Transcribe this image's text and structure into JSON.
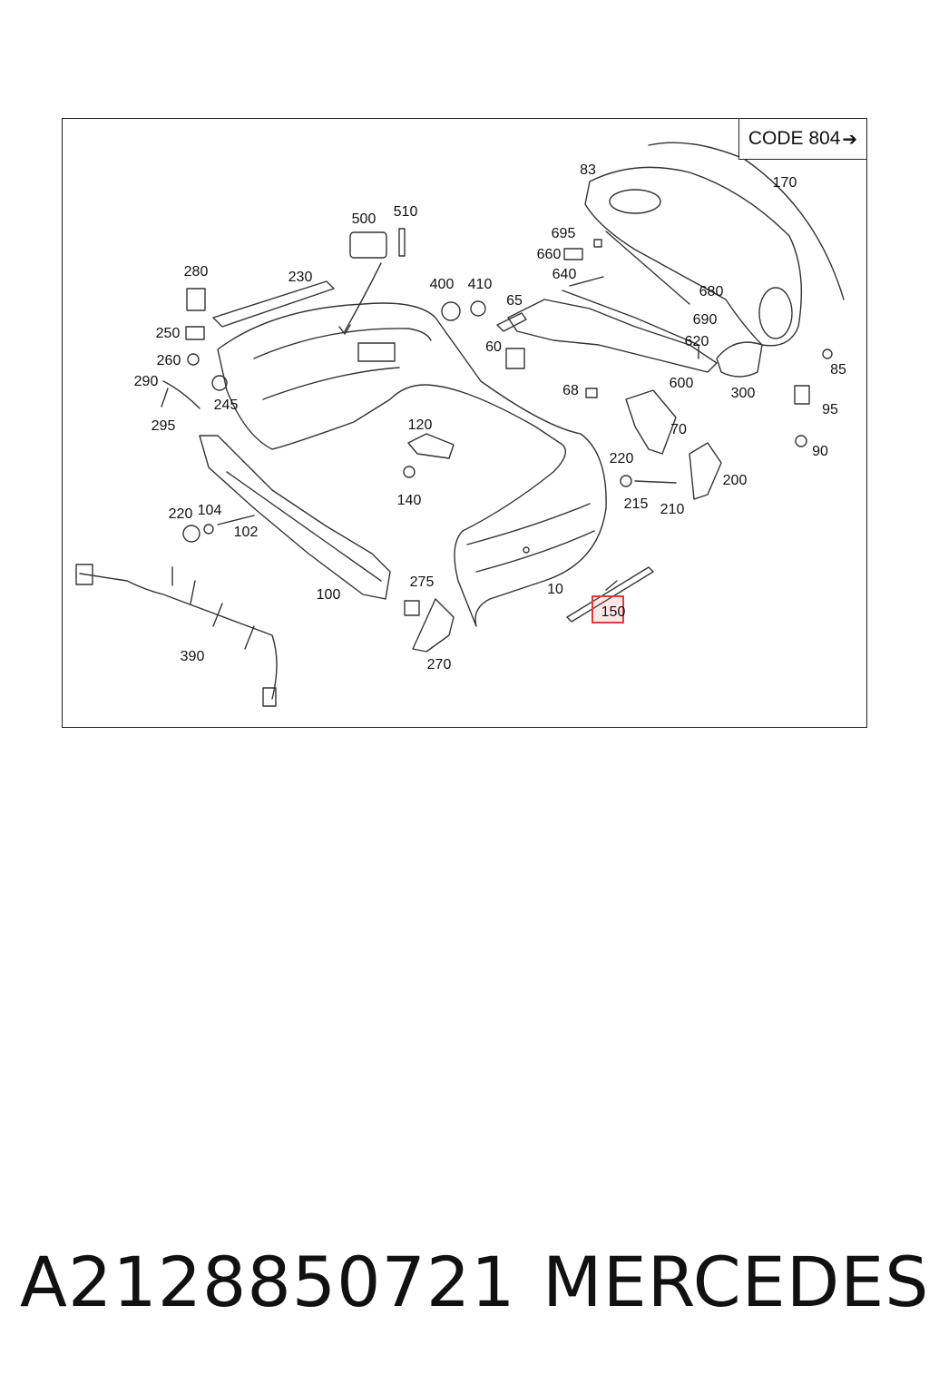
{
  "diagram": {
    "code_label": "CODE 804",
    "code_arrow": "➔",
    "callouts": [
      {
        "id": "c83",
        "label": "83"
      },
      {
        "id": "c170",
        "label": "170"
      },
      {
        "id": "c500",
        "label": "500"
      },
      {
        "id": "c510",
        "label": "510"
      },
      {
        "id": "c695",
        "label": "695"
      },
      {
        "id": "c660",
        "label": "660"
      },
      {
        "id": "c640",
        "label": "640"
      },
      {
        "id": "c680",
        "label": "680"
      },
      {
        "id": "c690",
        "label": "690"
      },
      {
        "id": "c620",
        "label": "620"
      },
      {
        "id": "c280",
        "label": "280"
      },
      {
        "id": "c230",
        "label": "230"
      },
      {
        "id": "c400",
        "label": "400"
      },
      {
        "id": "c410",
        "label": "410"
      },
      {
        "id": "c65",
        "label": "65"
      },
      {
        "id": "c250",
        "label": "250"
      },
      {
        "id": "c260",
        "label": "260"
      },
      {
        "id": "c60",
        "label": "60"
      },
      {
        "id": "c290",
        "label": "290"
      },
      {
        "id": "c245",
        "label": "245"
      },
      {
        "id": "c295",
        "label": "295"
      },
      {
        "id": "c600",
        "label": "600"
      },
      {
        "id": "c300",
        "label": "300"
      },
      {
        "id": "c85",
        "label": "85"
      },
      {
        "id": "c68",
        "label": "68"
      },
      {
        "id": "c95",
        "label": "95"
      },
      {
        "id": "c120",
        "label": "120"
      },
      {
        "id": "c70",
        "label": "70"
      },
      {
        "id": "c90",
        "label": "90"
      },
      {
        "id": "c140",
        "label": "140"
      },
      {
        "id": "c220a",
        "label": "220"
      },
      {
        "id": "c200",
        "label": "200"
      },
      {
        "id": "c215",
        "label": "215"
      },
      {
        "id": "c210",
        "label": "210"
      },
      {
        "id": "c220b",
        "label": "220"
      },
      {
        "id": "c104",
        "label": "104"
      },
      {
        "id": "c102",
        "label": "102"
      },
      {
        "id": "c275",
        "label": "275"
      },
      {
        "id": "c10",
        "label": "10"
      },
      {
        "id": "c100",
        "label": "100"
      },
      {
        "id": "c150",
        "label": "150"
      },
      {
        "id": "c390",
        "label": "390"
      },
      {
        "id": "c270",
        "label": "270"
      }
    ]
  },
  "footer": {
    "part_number": "A2128850721",
    "brand": "MERCEDES"
  }
}
